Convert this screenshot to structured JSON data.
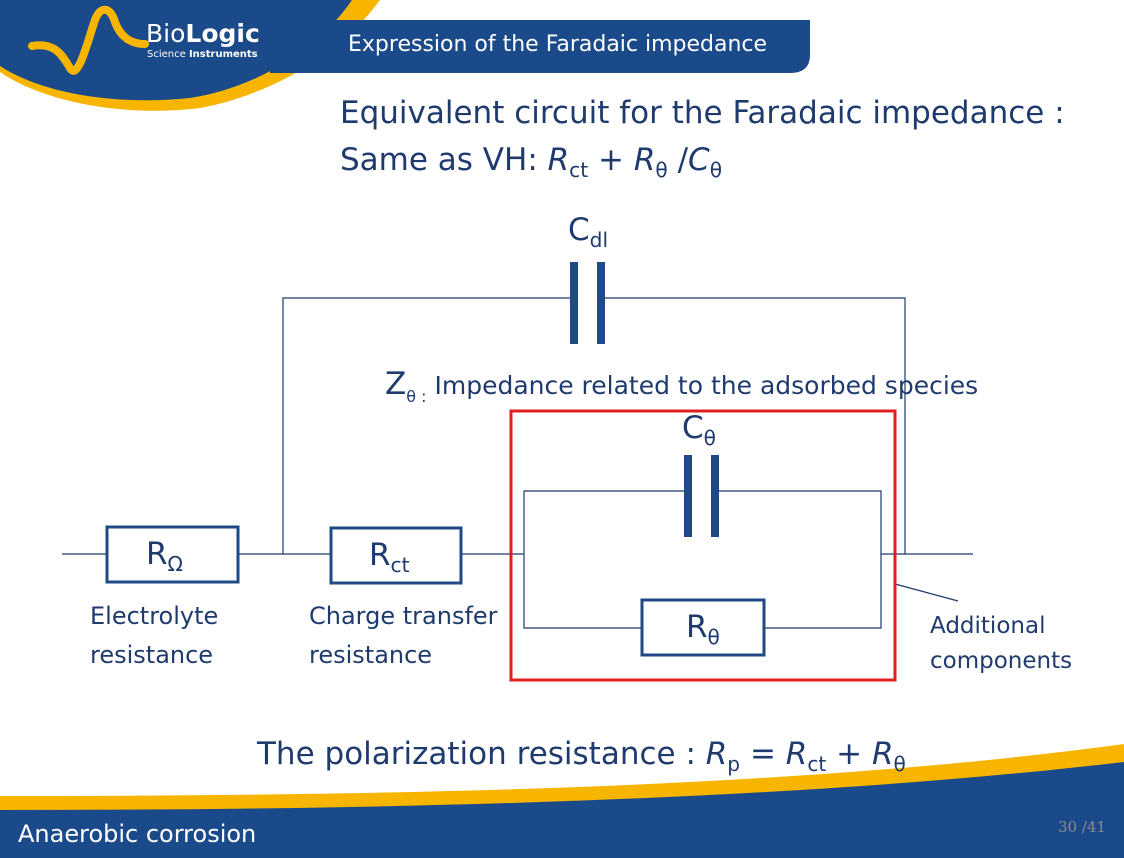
{
  "header": {
    "title": "Expression of the Faradaic impedance",
    "logo_bio": "Bio",
    "logo_logic": "Logic",
    "logo_science": "Science ",
    "logo_instruments": "Instruments"
  },
  "heading": {
    "line1": "Equivalent circuit for the Faradaic impedance :",
    "line2_prefix": "Same as VH: ",
    "r": "R",
    "ct": "ct",
    "plus": " + ",
    "theta": "θ",
    "slash": " /",
    "c": "C"
  },
  "circuit": {
    "cdl_main": "C",
    "cdl_sub": "dl",
    "z_main": "Z",
    "z_sub": "θ :",
    "z_desc": "Impedance related to the adsorbed species",
    "ctheta_main": "C",
    "ctheta_sub": "θ",
    "r_omega_main": "R",
    "r_omega_sub": "Ω",
    "rct_main": "R",
    "rct_sub": "ct",
    "rtheta_main": "R",
    "rtheta_sub": "θ",
    "electrolyte_line1": "Electrolyte",
    "electrolyte_line2": "resistance",
    "charge_line1": "Charge transfer",
    "charge_line2": "resistance",
    "additional_line1": "Additional",
    "additional_line2": "components"
  },
  "formula": {
    "prefix": "The polarization resistance : ",
    "r": "R",
    "p": "p",
    "eq": " = ",
    "ct": "ct",
    "plus": " + ",
    "theta": "θ"
  },
  "footer": {
    "text": "Anaerobic corrosion",
    "page": "30 /41"
  },
  "colors": {
    "navy": "#1f3b6e",
    "dark_blue": "#1b4a8a",
    "yellow": "#f7b500",
    "red": "#e02020"
  }
}
